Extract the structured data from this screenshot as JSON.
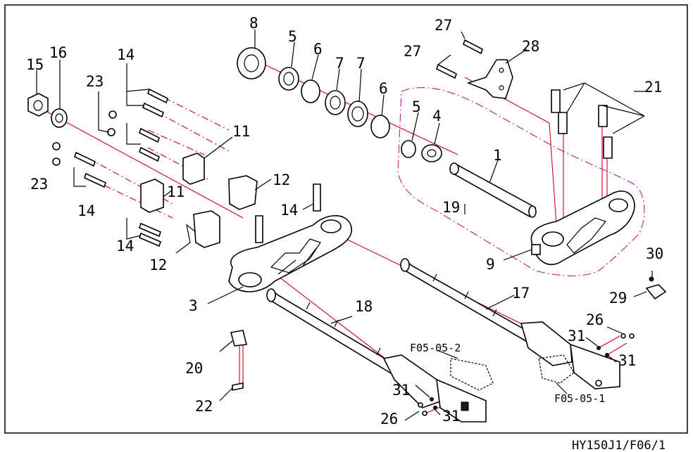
{
  "drawing_code": "HY150J1/F06/1",
  "colors": {
    "leader": "#000000",
    "centerline": "#d0021b",
    "group_outline": "#c0189a"
  },
  "callouts": {
    "c1": "1",
    "c3": "3",
    "c4": "4",
    "c5a": "5",
    "c5b": "5",
    "c6a": "6",
    "c6b": "6",
    "c7a": "7",
    "c7b": "7",
    "c8": "8",
    "c9": "9",
    "c11a": "11",
    "c11b": "11",
    "c12a": "12",
    "c12b": "12",
    "c14a": "14",
    "c14b": "14",
    "c14c": "14",
    "c14d": "14",
    "c15": "15",
    "c16": "16",
    "c17": "17",
    "c18": "18",
    "c19": "19",
    "c20": "20",
    "c21": "21",
    "c22": "22",
    "c23a": "23",
    "c23b": "23",
    "c26a": "26",
    "c26b": "26",
    "c27a": "27",
    "c27b": "27",
    "c28": "28",
    "c29": "29",
    "c30": "30",
    "c31a": "31",
    "c31b": "31",
    "c31c": "31",
    "c31d": "31"
  },
  "references": {
    "ref_f05_05_1": "F05-05-1",
    "ref_f05_05_2": "F05-05-2"
  }
}
